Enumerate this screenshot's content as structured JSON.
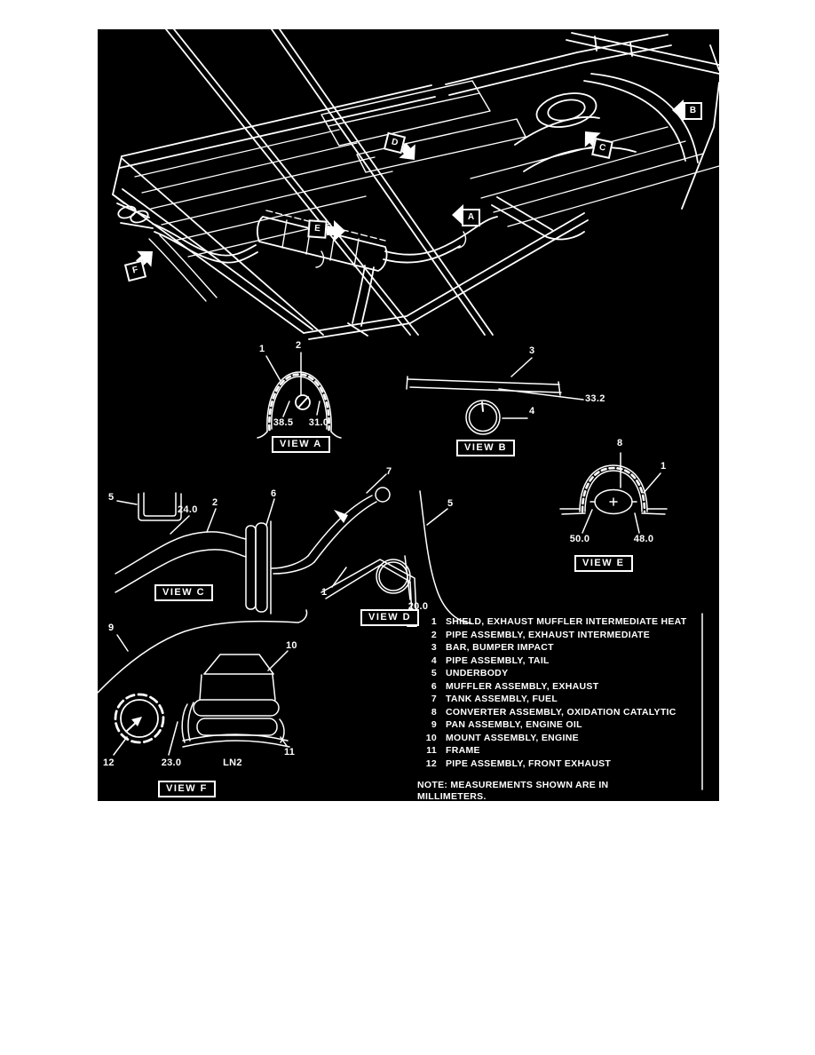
{
  "colors": {
    "background": "#000000",
    "line": "#ffffff"
  },
  "callouts": {
    "a": "A",
    "b": "B",
    "c": "C",
    "d": "D",
    "e": "E",
    "f": "F"
  },
  "views": {
    "a": {
      "label": "VIEW A",
      "n1": "1",
      "n2": "2",
      "m1": "38.5",
      "m2": "31.0"
    },
    "b": {
      "label": "VIEW B",
      "n3": "3",
      "n4": "4",
      "m1": "33.2"
    },
    "c": {
      "label": "VIEW C",
      "n5": "5",
      "n2": "2",
      "n6": "6",
      "m1": "24.0"
    },
    "d": {
      "label": "VIEW D",
      "n7": "7",
      "n5": "5",
      "n1": "1",
      "m1": "20.0"
    },
    "e": {
      "label": "VIEW E",
      "n8": "8",
      "n1": "1",
      "m1": "50.0",
      "m2": "48.0"
    },
    "f": {
      "label": "VIEW F",
      "n9": "9",
      "n10": "10",
      "n11": "11",
      "n12": "12",
      "m1": "23.0",
      "engine_code": "LN2"
    }
  },
  "parts": [
    {
      "num": "1",
      "name": "SHIELD, EXHAUST MUFFLER INTERMEDIATE HEAT"
    },
    {
      "num": "2",
      "name": "PIPE ASSEMBLY, EXHAUST INTERMEDIATE"
    },
    {
      "num": "3",
      "name": "BAR, BUMPER IMPACT"
    },
    {
      "num": "4",
      "name": "PIPE ASSEMBLY, TAIL"
    },
    {
      "num": "5",
      "name": "UNDERBODY"
    },
    {
      "num": "6",
      "name": "MUFFLER ASSEMBLY, EXHAUST"
    },
    {
      "num": "7",
      "name": "TANK ASSEMBLY, FUEL"
    },
    {
      "num": "8",
      "name": "CONVERTER ASSEMBLY, OXIDATION CATALYTIC"
    },
    {
      "num": "9",
      "name": "PAN ASSEMBLY, ENGINE OIL"
    },
    {
      "num": "10",
      "name": "MOUNT ASSEMBLY, ENGINE"
    },
    {
      "num": "11",
      "name": "FRAME"
    },
    {
      "num": "12",
      "name": "PIPE ASSEMBLY, FRONT EXHAUST"
    }
  ],
  "note": {
    "line1": "NOTE: MEASUREMENTS SHOWN ARE IN",
    "line2": "MILLIMETERS."
  }
}
